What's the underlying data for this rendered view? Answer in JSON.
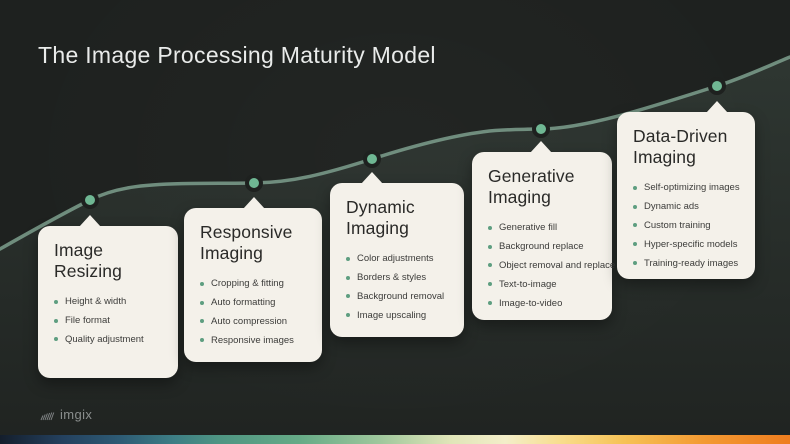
{
  "title": "The Image Processing Maturity Model",
  "logo": {
    "text": "imgix"
  },
  "stages": [
    {
      "title_line1": "Image",
      "title_line2": "Resizing",
      "bullets": [
        "Height & width",
        "File format",
        "Quality adjustment"
      ]
    },
    {
      "title_line1": "Responsive",
      "title_line2": "Imaging",
      "bullets": [
        "Cropping & fitting",
        "Auto formatting",
        "Auto compression",
        "Responsive images"
      ]
    },
    {
      "title_line1": "Dynamic",
      "title_line2": "Imaging",
      "bullets": [
        "Color adjustments",
        "Borders & styles",
        "Background removal",
        "Image upscaling"
      ]
    },
    {
      "title_line1": "Generative",
      "title_line2": "Imaging",
      "bullets": [
        "Generative fill",
        "Background replace",
        "Object removal and replace",
        "Text-to-image",
        "Image-to-video"
      ]
    },
    {
      "title_line1": "Data-Driven",
      "title_line2": "Imaging",
      "bullets": [
        "Self-optimizing images",
        "Dynamic ads",
        "Custom training",
        "Hyper-specific models",
        "Training-ready images"
      ]
    }
  ],
  "colors": {
    "background": "#1e211f",
    "card_background": "#f4f1ea",
    "curve_line": "#7d9f8d",
    "marker_green": "#6fb793",
    "bullet_green": "#5e9e80",
    "title_text": "#e9ebea",
    "card_text": "#2a2a28",
    "logo_text": "#8a8e8d"
  },
  "gradient_bar": {
    "colors": [
      {
        "c": "#141e2c",
        "p": 0
      },
      {
        "c": "#24415f",
        "p": 8
      },
      {
        "c": "#2d5a74",
        "p": 15
      },
      {
        "c": "#3d7e85",
        "p": 22
      },
      {
        "c": "#4f9683",
        "p": 28
      },
      {
        "c": "#66ab87",
        "p": 38
      },
      {
        "c": "#9ec79c",
        "p": 48
      },
      {
        "c": "#e0e5b8",
        "p": 57
      },
      {
        "c": "#f3eec9",
        "p": 64
      },
      {
        "c": "#f8dd8d",
        "p": 71
      },
      {
        "c": "#f6c256",
        "p": 79
      },
      {
        "c": "#f39a33",
        "p": 89
      },
      {
        "c": "#ee7d1f",
        "p": 100
      }
    ]
  }
}
